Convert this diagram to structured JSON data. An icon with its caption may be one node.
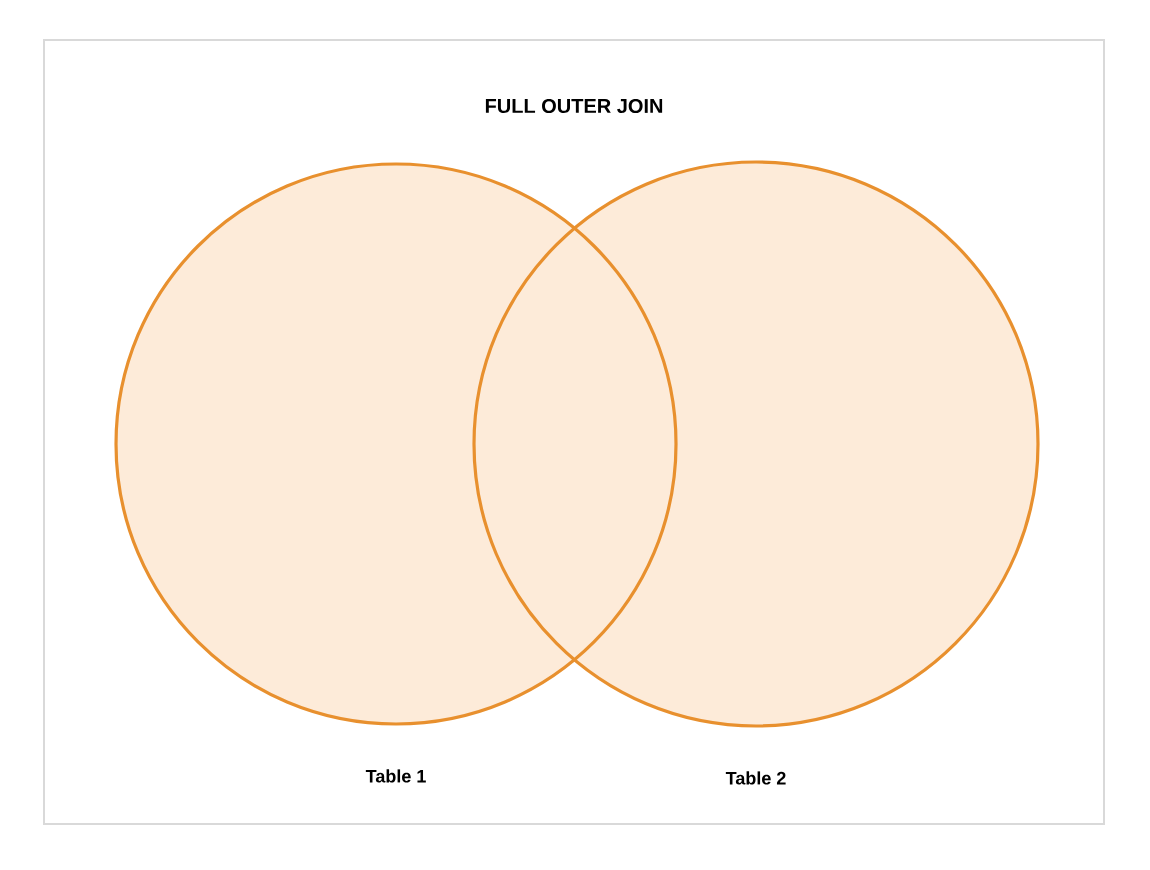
{
  "diagram": {
    "title": "FULL OUTER JOIN",
    "nodes": [
      {
        "text": [
          "Table 1"
        ]
      },
      {
        "text": [
          "Table 2"
        ]
      }
    ]
  }
}
